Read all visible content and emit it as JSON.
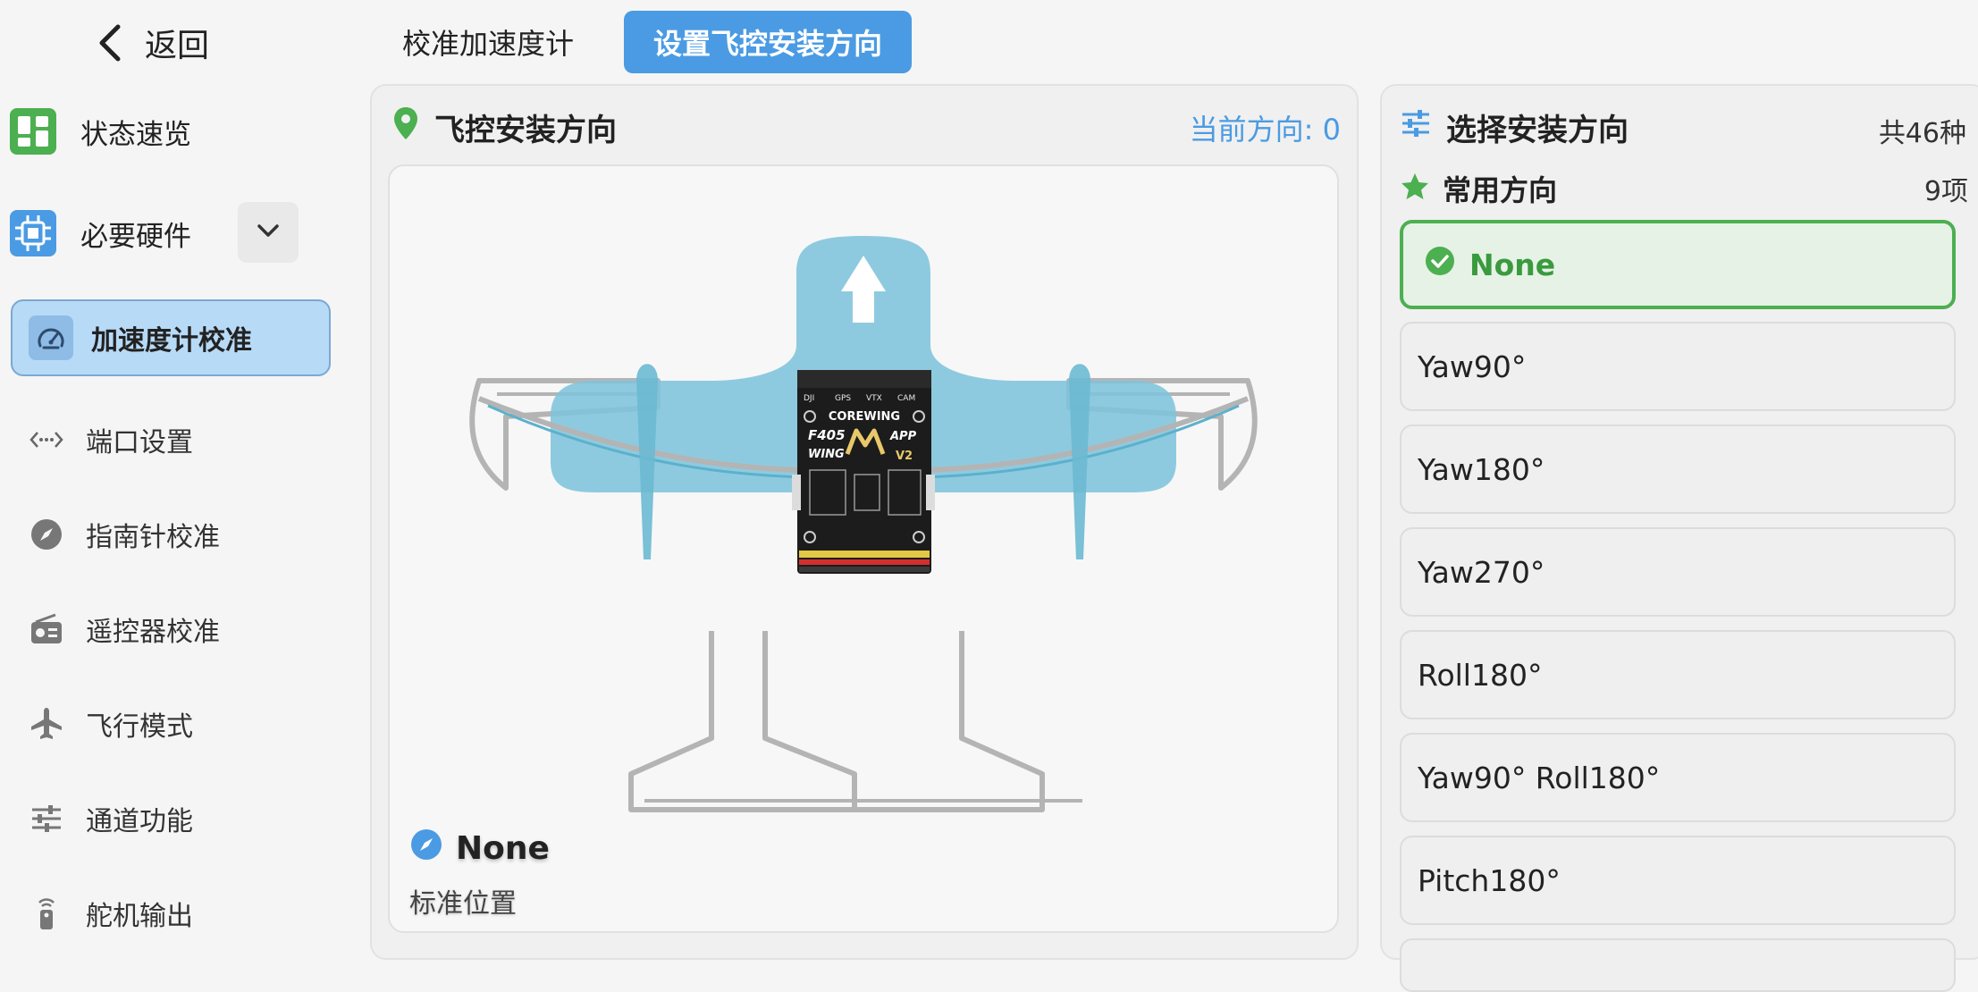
{
  "back": {
    "label": "返回"
  },
  "sidebar": {
    "top_items": [
      {
        "label": "状态速览",
        "icon": "dashboard-icon"
      },
      {
        "label": "必要硬件",
        "icon": "chip-icon"
      }
    ],
    "active_item": {
      "label": "加速度计校准",
      "icon": "gauge-icon"
    },
    "sub_items": [
      {
        "label": "端口设置",
        "icon": "port-icon"
      },
      {
        "label": "指南针校准",
        "icon": "compass-icon"
      },
      {
        "label": "遥控器校准",
        "icon": "radio-icon"
      },
      {
        "label": "飞行模式",
        "icon": "airplane-icon"
      },
      {
        "label": "通道功能",
        "icon": "sliders-icon"
      },
      {
        "label": "舵机输出",
        "icon": "remote-icon"
      }
    ]
  },
  "tabs": [
    {
      "label": "校准加速度计",
      "active": false
    },
    {
      "label": "设置飞控安装方向",
      "active": true
    }
  ],
  "orientation_panel": {
    "title": "飞控安装方向",
    "current_direction": "当前方向: 0",
    "orientation_name": "None",
    "orientation_desc": "标准位置",
    "board": {
      "brand": "COREWING",
      "model": "F405",
      "variant": "WING",
      "suffix": "APP",
      "version": "V2",
      "labels": [
        "DJI",
        "GPS",
        "VTX",
        "CAM"
      ]
    }
  },
  "select_panel": {
    "title": "选择安装方向",
    "total": "共46种",
    "section": {
      "label": "常用方向",
      "count": "9项"
    },
    "options": [
      {
        "label": "None",
        "selected": true
      },
      {
        "label": "Yaw90°",
        "selected": false
      },
      {
        "label": "Yaw180°",
        "selected": false
      },
      {
        "label": "Yaw270°",
        "selected": false
      },
      {
        "label": "Roll180°",
        "selected": false
      },
      {
        "label": "Yaw90° Roll180°",
        "selected": false
      },
      {
        "label": "Pitch180°",
        "selected": false
      }
    ]
  },
  "colors": {
    "accent": "#4a9be3",
    "selected_green": "#4caf50",
    "wing_blue": "#7fc4dc"
  }
}
